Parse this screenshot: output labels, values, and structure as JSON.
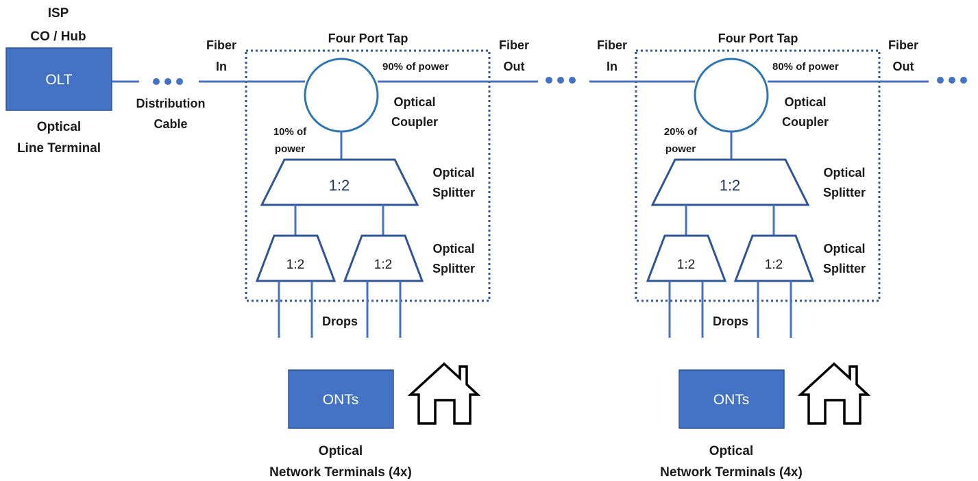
{
  "isp": {
    "line1": "ISP",
    "line2": "CO / Hub"
  },
  "olt": {
    "box_label": "OLT",
    "caption_line1": "Optical",
    "caption_line2": "Line Terminal"
  },
  "distribution": {
    "line1": "Distribution",
    "line2": "Cable"
  },
  "taps": [
    {
      "title": "Four Port Tap",
      "fiber_in_line1": "Fiber",
      "fiber_in_line2": "In",
      "fiber_out_line1": "Fiber",
      "fiber_out_line2": "Out",
      "pass_power": "90% of power",
      "tap_power_line1": "10% of",
      "tap_power_line2": "power",
      "coupler_line1": "Optical",
      "coupler_line2": "Coupler",
      "splitter1_ratio": "1:2",
      "splitter1_line1": "Optical",
      "splitter1_line2": "Splitter",
      "splitter2a_ratio": "1:2",
      "splitter2b_ratio": "1:2",
      "splitter2_line1": "Optical",
      "splitter2_line2": "Splitter",
      "drops": "Drops",
      "ont_box": "ONTs",
      "ont_caption_line1": "Optical",
      "ont_caption_line2": "Network Terminals (4x)"
    },
    {
      "title": "Four Port Tap",
      "fiber_in_line1": "Fiber",
      "fiber_in_line2": "In",
      "fiber_out_line1": "Fiber",
      "fiber_out_line2": "Out",
      "pass_power": "80% of power",
      "tap_power_line1": "20% of",
      "tap_power_line2": "power",
      "coupler_line1": "Optical",
      "coupler_line2": "Coupler",
      "splitter1_ratio": "1:2",
      "splitter1_line1": "Optical",
      "splitter1_line2": "Splitter",
      "splitter2a_ratio": "1:2",
      "splitter2b_ratio": "1:2",
      "splitter2_line1": "Optical",
      "splitter2_line2": "Splitter",
      "drops": "Drops",
      "ont_box": "ONTs",
      "ont_caption_line1": "Optical",
      "ont_caption_line2": "Network Terminals (4x)"
    }
  ],
  "colors": {
    "fiber": "#4472c4",
    "box_fill": "#4472c4",
    "outline": "#2f5597",
    "coupler": "#2e75b6"
  }
}
